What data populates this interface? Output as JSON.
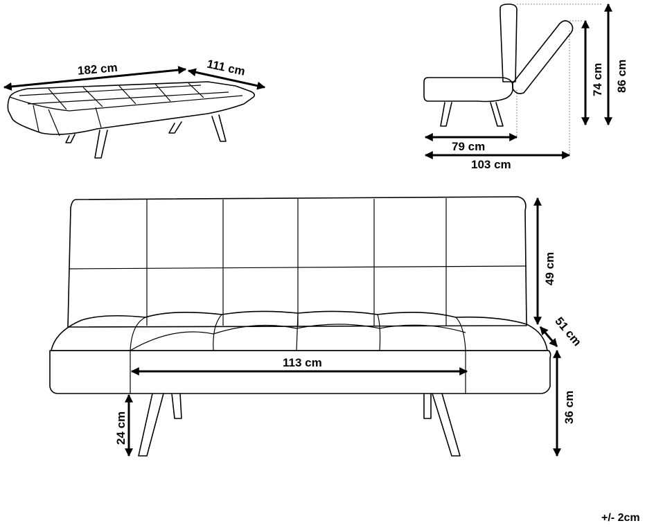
{
  "dimensions": {
    "bed_length": "182 cm",
    "bed_width": "111 cm",
    "side_seat_depth": "79 cm",
    "side_total_depth": "103 cm",
    "side_reclined_height": "74 cm",
    "side_total_height": "86 cm",
    "front_seat_width": "113 cm",
    "front_back_height": "49 cm",
    "front_seat_depth": "51 cm",
    "front_seat_height": "36 cm",
    "front_leg_height": "24 cm"
  },
  "tolerance": "+/- 2cm"
}
